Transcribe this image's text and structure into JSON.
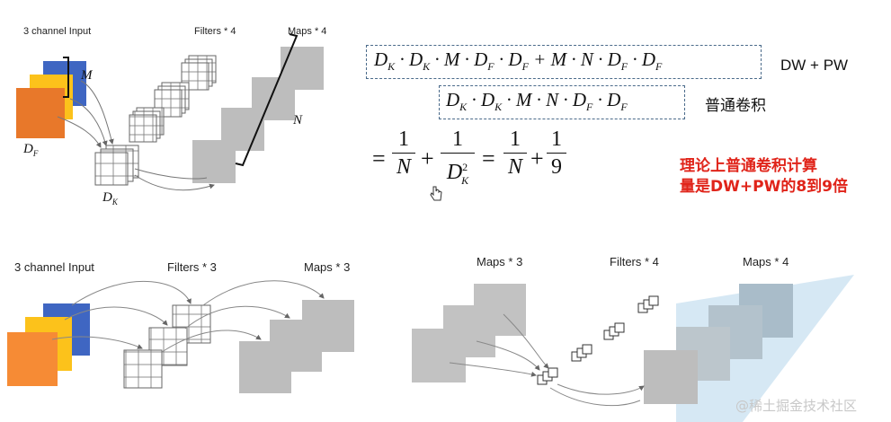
{
  "top": {
    "input_label": "3 channel Input",
    "filters_label": "Filters * 4",
    "maps_label": "Maps * 4",
    "m_label": "M",
    "n_label": "N",
    "df_label": "D",
    "df_sub": "F",
    "dk_label": "D",
    "dk_sub": "K"
  },
  "formula": {
    "line1": "D_K · D_K · M · D_F · D_F + M · N · D_F · D_F",
    "line1_tag": "DW + PW",
    "line2": "D_K · D_K · M · N · D_F · D_F",
    "line2_tag": "普通卷积",
    "ratio": {
      "eq": "=",
      "n1_num": "1",
      "n1_den": "N",
      "n2_num": "1",
      "n2_den": "D",
      "n2_den_sup": "2",
      "n2_den_sub": "K",
      "n3_num": "1",
      "n3_den": "N",
      "n4_num": "1",
      "n4_den": "9"
    },
    "conclusion_line1": "理论上普通卷积计算",
    "conclusion_line2": "量是DW+PW的8到9倍"
  },
  "bottom_left": {
    "input_label": "3 channel Input",
    "filters_label": "Filters * 3",
    "maps_label": "Maps * 3"
  },
  "bottom_right": {
    "maps_in_label": "Maps * 3",
    "filters_label": "Filters * 4",
    "maps_out_label": "Maps * 4"
  },
  "watermark": "@稀土掘金技术社区",
  "colors": {
    "blue": "#3f66c2",
    "yellow": "#fcc21b",
    "orange": "#e8782a",
    "orange_light": "#f68b35",
    "gray_map": "#bdbdbd",
    "red": "#e0241a",
    "highlight": "#cfe4f2"
  }
}
